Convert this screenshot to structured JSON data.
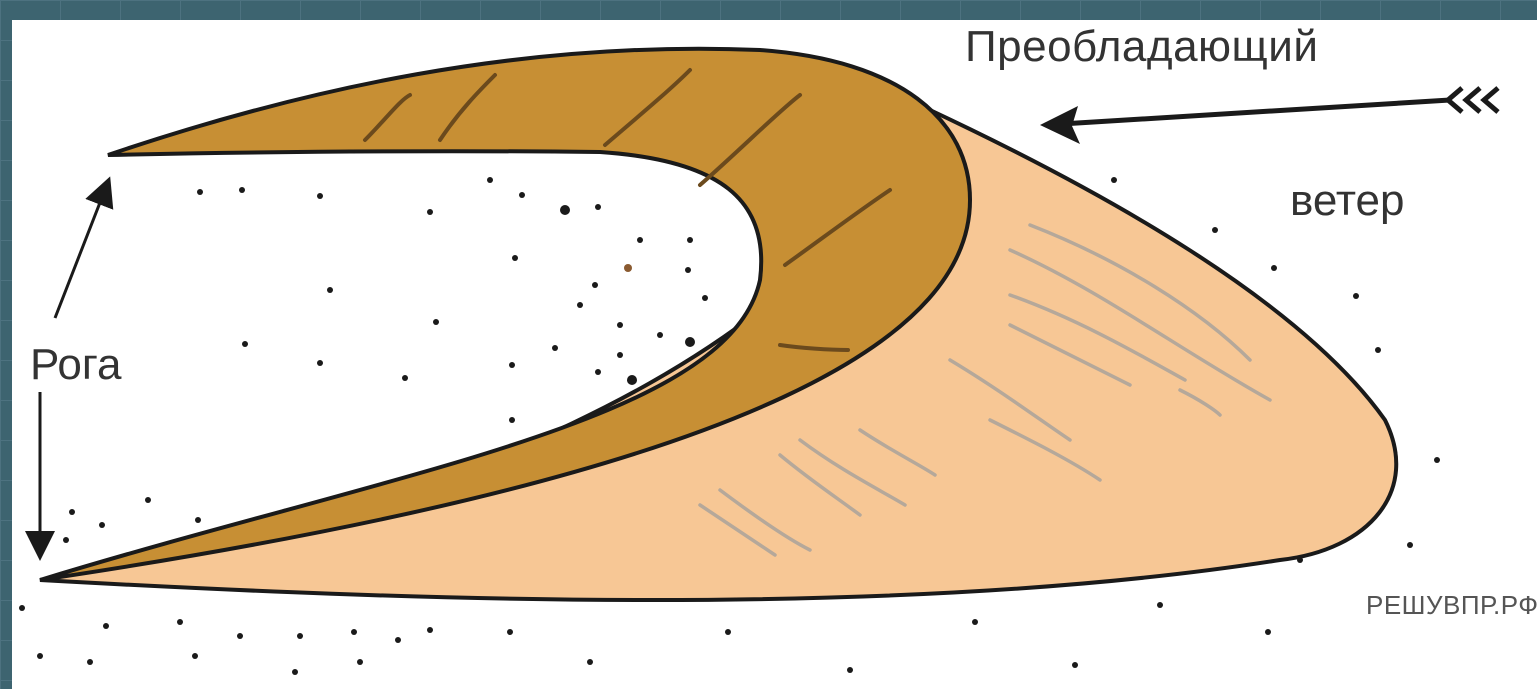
{
  "diagram": {
    "labels": {
      "wind_line1": "Преобладающий",
      "wind_line2": "ветер",
      "horns": "Рога",
      "watermark": "РЕШУВПР.РФ"
    },
    "colors": {
      "dune_crest": "#c78f34",
      "dune_windward_slope": "#f7c795",
      "outline": "#1a1a1a",
      "background_frame": "#3d6470"
    },
    "icons": [
      "wind-arrow-icon",
      "horn-pointer-arrow-icon"
    ]
  }
}
